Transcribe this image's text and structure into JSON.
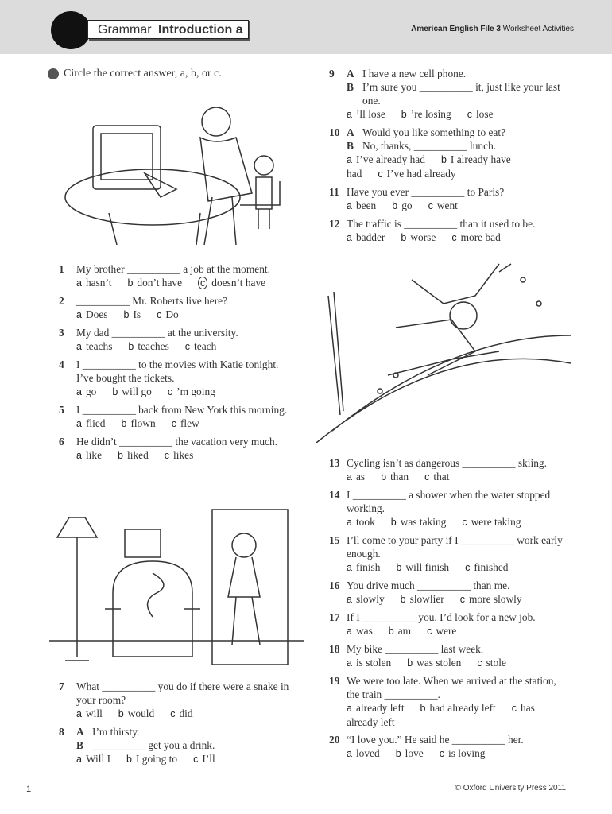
{
  "header": {
    "section": "Grammar",
    "title": "Introduction a",
    "book_bold": "American English File 3",
    "book_rest": "Worksheet Activities"
  },
  "instruction": "Circle the correct answer, a, b, or c.",
  "columns": [
    {
      "questions": [
        {
          "num": "1",
          "parts": [
            {
              "speaker": "",
              "text": "My brother __________ a job at the moment."
            }
          ],
          "options": [
            {
              "letter": "a",
              "text": "hasn’t"
            },
            {
              "letter": "b",
              "text": "don’t have"
            },
            {
              "letter": "c",
              "text": "doesn’t have",
              "circled": true
            }
          ]
        },
        {
          "num": "2",
          "parts": [
            {
              "speaker": "",
              "text": "__________ Mr. Roberts live here?"
            }
          ],
          "options": [
            {
              "letter": "a",
              "text": "Does"
            },
            {
              "letter": "b",
              "text": "Is"
            },
            {
              "letter": "c",
              "text": "Do"
            }
          ]
        },
        {
          "num": "3",
          "parts": [
            {
              "speaker": "",
              "text": "My dad __________ at the university."
            }
          ],
          "options": [
            {
              "letter": "a",
              "text": "teachs"
            },
            {
              "letter": "b",
              "text": "teaches"
            },
            {
              "letter": "c",
              "text": "teach"
            }
          ]
        },
        {
          "num": "4",
          "parts": [
            {
              "speaker": "",
              "text": "I __________ to the movies with Katie tonight. I’ve bought the tickets."
            }
          ],
          "options": [
            {
              "letter": "a",
              "text": "go"
            },
            {
              "letter": "b",
              "text": "will go"
            },
            {
              "letter": "c",
              "text": "’m going"
            }
          ]
        },
        {
          "num": "5",
          "parts": [
            {
              "speaker": "",
              "text": "I __________ back from New York this morning."
            }
          ],
          "options": [
            {
              "letter": "a",
              "text": "flied"
            },
            {
              "letter": "b",
              "text": "flown"
            },
            {
              "letter": "c",
              "text": "flew"
            }
          ]
        },
        {
          "num": "6",
          "parts": [
            {
              "speaker": "",
              "text": "He didn’t __________ the vacation very much."
            }
          ],
          "options": [
            {
              "letter": "a",
              "text": "like"
            },
            {
              "letter": "b",
              "text": "liked"
            },
            {
              "letter": "c",
              "text": "likes"
            }
          ]
        }
      ]
    },
    {
      "questions": [
        {
          "num": "7",
          "parts": [
            {
              "speaker": "",
              "text": "What __________ you do if there were a snake in your room?"
            }
          ],
          "options": [
            {
              "letter": "a",
              "text": "will"
            },
            {
              "letter": "b",
              "text": "would"
            },
            {
              "letter": "c",
              "text": "did"
            }
          ]
        },
        {
          "num": "8",
          "parts": [
            {
              "speaker": "A",
              "text": "I’m thirsty."
            },
            {
              "speaker": "B",
              "text": "__________ get you a drink."
            }
          ],
          "options": [
            {
              "letter": "a",
              "text": "Will I"
            },
            {
              "letter": "b",
              "text": "I going to"
            },
            {
              "letter": "c",
              "text": "I’ll"
            }
          ]
        }
      ]
    },
    {
      "questions": [
        {
          "num": "9",
          "parts": [
            {
              "speaker": "A",
              "text": "I have a new cell phone."
            },
            {
              "speaker": "B",
              "text": "I’m sure you __________ it, just like your last one."
            }
          ],
          "options": [
            {
              "letter": "a",
              "text": "’ll lose"
            },
            {
              "letter": "b",
              "text": "’re losing"
            },
            {
              "letter": "c",
              "text": "lose"
            }
          ]
        },
        {
          "num": "10",
          "parts": [
            {
              "speaker": "A",
              "text": "Would you like something to eat?"
            },
            {
              "speaker": "B",
              "text": "No, thanks, __________ lunch."
            }
          ],
          "options": [
            {
              "letter": "a",
              "text": "I’ve already had"
            },
            {
              "letter": "b",
              "text": "I already have had"
            },
            {
              "letter": "c",
              "text": "I’ve had already"
            }
          ]
        },
        {
          "num": "11",
          "parts": [
            {
              "speaker": "",
              "text": "Have you ever __________ to Paris?"
            }
          ],
          "options": [
            {
              "letter": "a",
              "text": "been"
            },
            {
              "letter": "b",
              "text": "go"
            },
            {
              "letter": "c",
              "text": "went"
            }
          ]
        },
        {
          "num": "12",
          "parts": [
            {
              "speaker": "",
              "text": "The traffic is __________ than it used to be."
            }
          ],
          "options": [
            {
              "letter": "a",
              "text": "badder"
            },
            {
              "letter": "b",
              "text": "worse"
            },
            {
              "letter": "c",
              "text": "more bad"
            }
          ]
        }
      ]
    },
    {
      "questions": [
        {
          "num": "13",
          "parts": [
            {
              "speaker": "",
              "text": "Cycling isn’t as dangerous __________ skiing."
            }
          ],
          "options": [
            {
              "letter": "a",
              "text": "as"
            },
            {
              "letter": "b",
              "text": "than"
            },
            {
              "letter": "c",
              "text": "that"
            }
          ]
        },
        {
          "num": "14",
          "parts": [
            {
              "speaker": "",
              "text": "I __________ a shower when the water stopped working."
            }
          ],
          "options": [
            {
              "letter": "a",
              "text": "took"
            },
            {
              "letter": "b",
              "text": "was taking"
            },
            {
              "letter": "c",
              "text": "were taking"
            }
          ]
        },
        {
          "num": "15",
          "parts": [
            {
              "speaker": "",
              "text": "I’ll come to your party if I __________ work early enough."
            }
          ],
          "options": [
            {
              "letter": "a",
              "text": "finish"
            },
            {
              "letter": "b",
              "text": "will finish"
            },
            {
              "letter": "c",
              "text": "finished"
            }
          ]
        },
        {
          "num": "16",
          "parts": [
            {
              "speaker": "",
              "text": "You drive much __________ than me."
            }
          ],
          "options": [
            {
              "letter": "a",
              "text": "slowly"
            },
            {
              "letter": "b",
              "text": "slowlier"
            },
            {
              "letter": "c",
              "text": "more slowly"
            }
          ]
        },
        {
          "num": "17",
          "parts": [
            {
              "speaker": "",
              "text": "If I __________ you, I’d look for a new job."
            }
          ],
          "options": [
            {
              "letter": "a",
              "text": "was"
            },
            {
              "letter": "b",
              "text": "am"
            },
            {
              "letter": "c",
              "text": "were"
            }
          ]
        },
        {
          "num": "18",
          "parts": [
            {
              "speaker": "",
              "text": "My bike __________ last week."
            }
          ],
          "options": [
            {
              "letter": "a",
              "text": "is stolen"
            },
            {
              "letter": "b",
              "text": "was stolen"
            },
            {
              "letter": "c",
              "text": "stole"
            }
          ]
        },
        {
          "num": "19",
          "parts": [
            {
              "speaker": "",
              "text": "We were too late. When we arrived at the station, the train __________."
            }
          ],
          "options": [
            {
              "letter": "a",
              "text": "already left"
            },
            {
              "letter": "b",
              "text": "had already left"
            },
            {
              "letter": "c",
              "text": "has already left"
            }
          ]
        },
        {
          "num": "20",
          "parts": [
            {
              "speaker": "",
              "text": "“I love you.” He said he __________ her."
            }
          ],
          "options": [
            {
              "letter": "a",
              "text": "loved"
            },
            {
              "letter": "b",
              "text": "love"
            },
            {
              "letter": "c",
              "text": "is loving"
            }
          ]
        }
      ]
    }
  ],
  "footer": {
    "page": "1",
    "copyright": "© Oxford University Press 2011"
  }
}
